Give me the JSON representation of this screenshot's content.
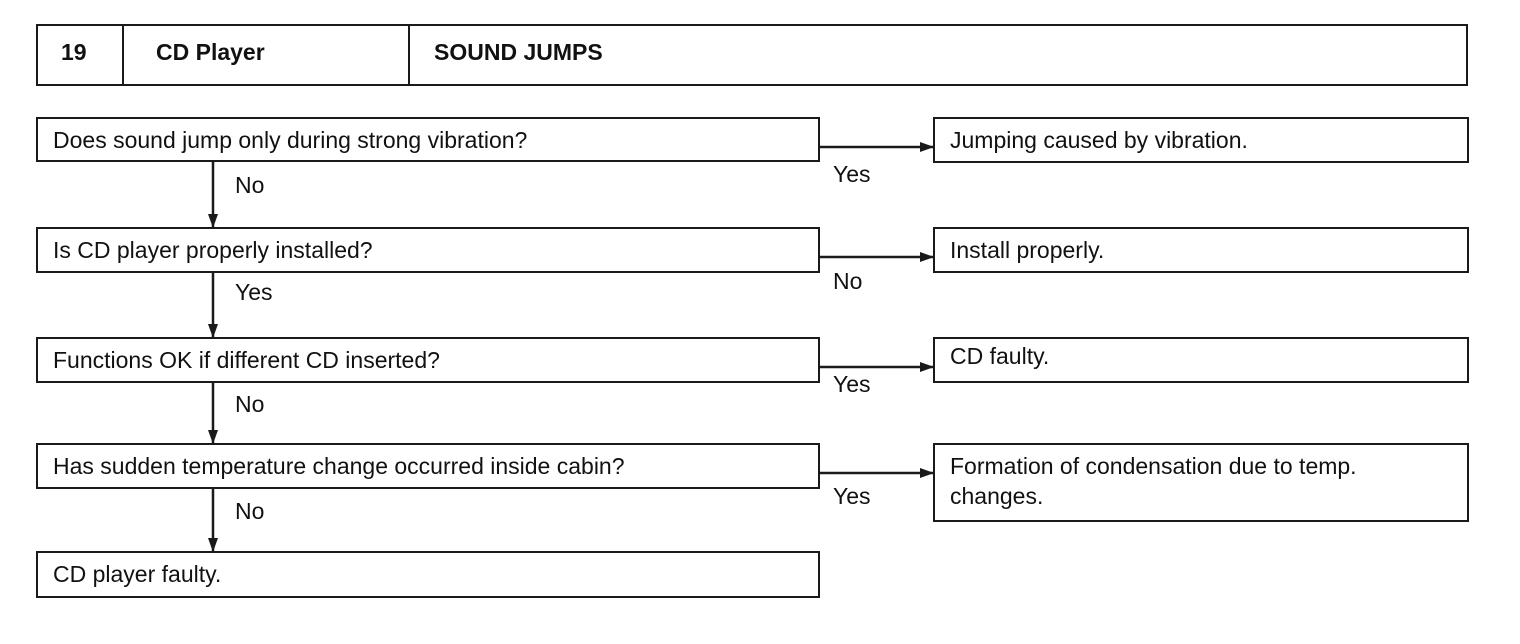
{
  "header": {
    "number": "19",
    "component": "CD Player",
    "symptom": "SOUND JUMPS"
  },
  "steps": [
    {
      "question": "Does sound jump only during strong vibration?",
      "branch_label": "Yes",
      "result": "Jumping caused by vibration.",
      "next_label": "No"
    },
    {
      "question": "Is CD player properly installed?",
      "branch_label": "No",
      "result": "Install properly.",
      "next_label": "Yes"
    },
    {
      "question": "Functions OK if different CD inserted?",
      "branch_label": "Yes",
      "result": "CD faulty.",
      "next_label": "No"
    },
    {
      "question": "Has sudden temperature change occurred inside cabin?",
      "branch_label": "Yes",
      "result": "Formation of condensation due to temp. changes.",
      "next_label": "No"
    }
  ],
  "final": "CD player faulty."
}
